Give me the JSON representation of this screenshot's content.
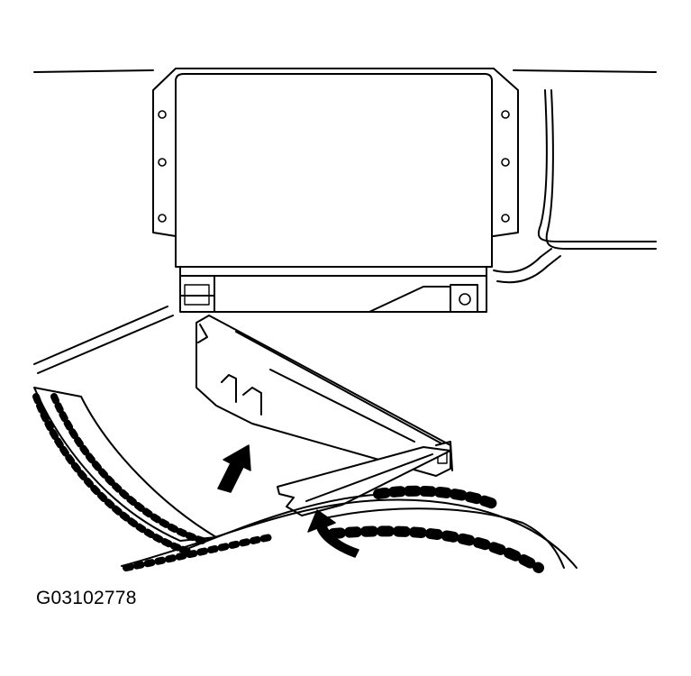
{
  "figure": {
    "caption_code": "G03102778",
    "line_color": "#000000",
    "background_color": "#ffffff",
    "arrow_color": "#000000",
    "arrows": [
      "up-right-push-arrow",
      "curved-release-arrow"
    ]
  }
}
